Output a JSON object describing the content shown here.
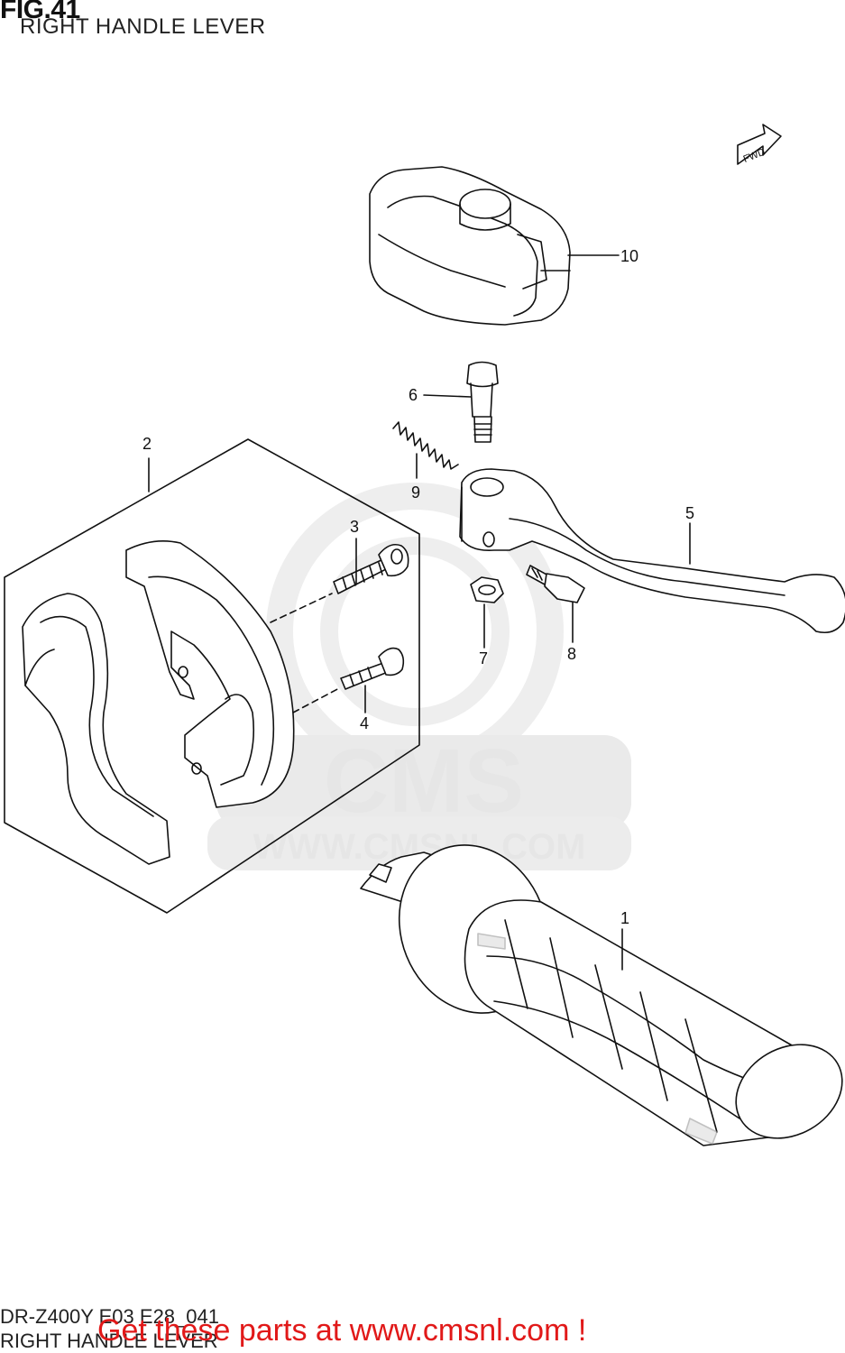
{
  "title": "FIG.41",
  "subtitle": "RIGHT HANDLE LEVER",
  "footer_code": "DR-Z400Y E03 E28_041",
  "footer_subtitle": "RIGHT HANDLE LEVER",
  "cta": "Get these parts at www.cmsnl.com !",
  "fwd_label": "FWD",
  "watermark": {
    "logo": "CMS",
    "url": "WWW.CMSNL.COM"
  },
  "callouts": [
    "1",
    "2",
    "3",
    "4",
    "5",
    "6",
    "7",
    "8",
    "9",
    "10"
  ],
  "colors": {
    "line": "#111111",
    "cta": "#e11919",
    "watermark": "#e6e6e6"
  }
}
